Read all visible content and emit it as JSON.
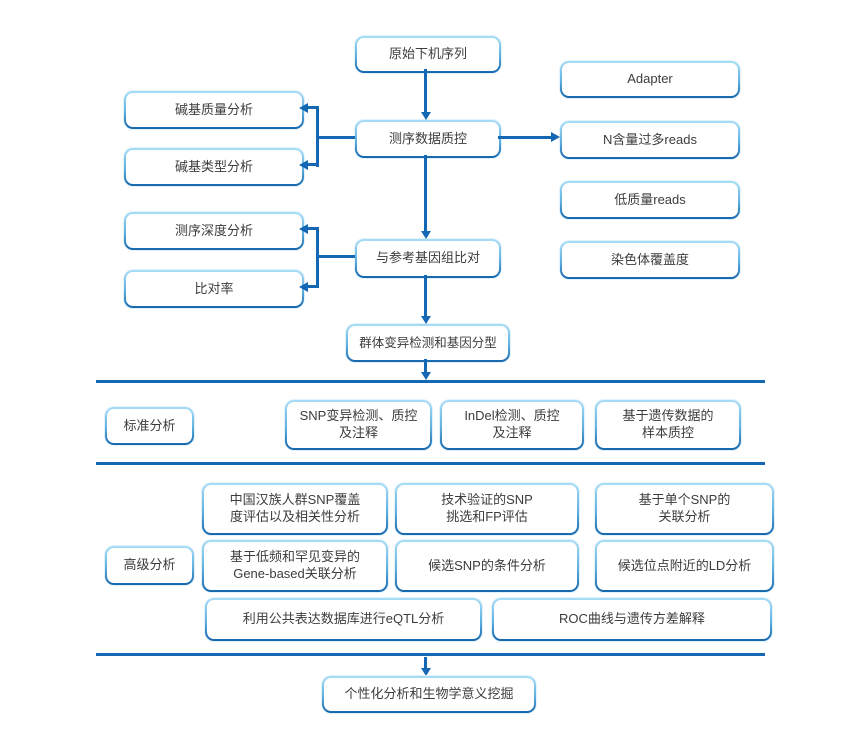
{
  "colors": {
    "line": "#1467b2",
    "box_border_top": "#a8ddf7",
    "box_border_bottom": "#1565ac",
    "text": "#3c3c3c",
    "background": "#ffffff"
  },
  "flow": {
    "raw_reads": "原始下机序列",
    "seq_qc": "测序数据质控",
    "genome_align": "与参考基因组比对",
    "variant_genotyping": "群体变异检测和基因分型",
    "personalized": "个性化分析和生物学意义挖掘"
  },
  "qc_outputs_left": {
    "base_quality": "碱基质量分析",
    "base_type": "碱基类型分析"
  },
  "align_outputs_left": {
    "depth": "测序深度分析",
    "mapping_rate": "比对率"
  },
  "qc_outputs_right": {
    "adapter": "Adapter",
    "n_reads": "N含量过多reads",
    "low_quality": "低质量reads",
    "chromosome_coverage": "染色体覆盖度"
  },
  "standard_section": {
    "label": "标准分析",
    "boxes": [
      {
        "lines": [
          "SNP变异检测、质控",
          "及注释"
        ]
      },
      {
        "lines": [
          "InDel检测、质控",
          "及注释"
        ]
      },
      {
        "lines": [
          "基于遗传数据的",
          "样本质控"
        ]
      }
    ]
  },
  "advanced_section": {
    "label": "高级分析",
    "row1": [
      {
        "lines": [
          "中国汉族人群SNP覆盖",
          "度评估以及相关性分析"
        ]
      },
      {
        "lines": [
          "技术验证的SNP",
          "挑选和FP评估"
        ]
      },
      {
        "lines": [
          "基于单个SNP的",
          "关联分析"
        ]
      }
    ],
    "row2": [
      {
        "lines": [
          "基于低频和罕见变异的",
          "Gene-based关联分析"
        ]
      },
      {
        "lines": [
          "候选SNP的条件分析"
        ]
      },
      {
        "lines": [
          "候选位点附近的LD分析"
        ]
      }
    ],
    "row3": [
      {
        "lines": [
          "利用公共表达数据库进行eQTL分析"
        ]
      },
      {
        "lines": [
          "ROC曲线与遗传方差解释"
        ]
      }
    ]
  }
}
